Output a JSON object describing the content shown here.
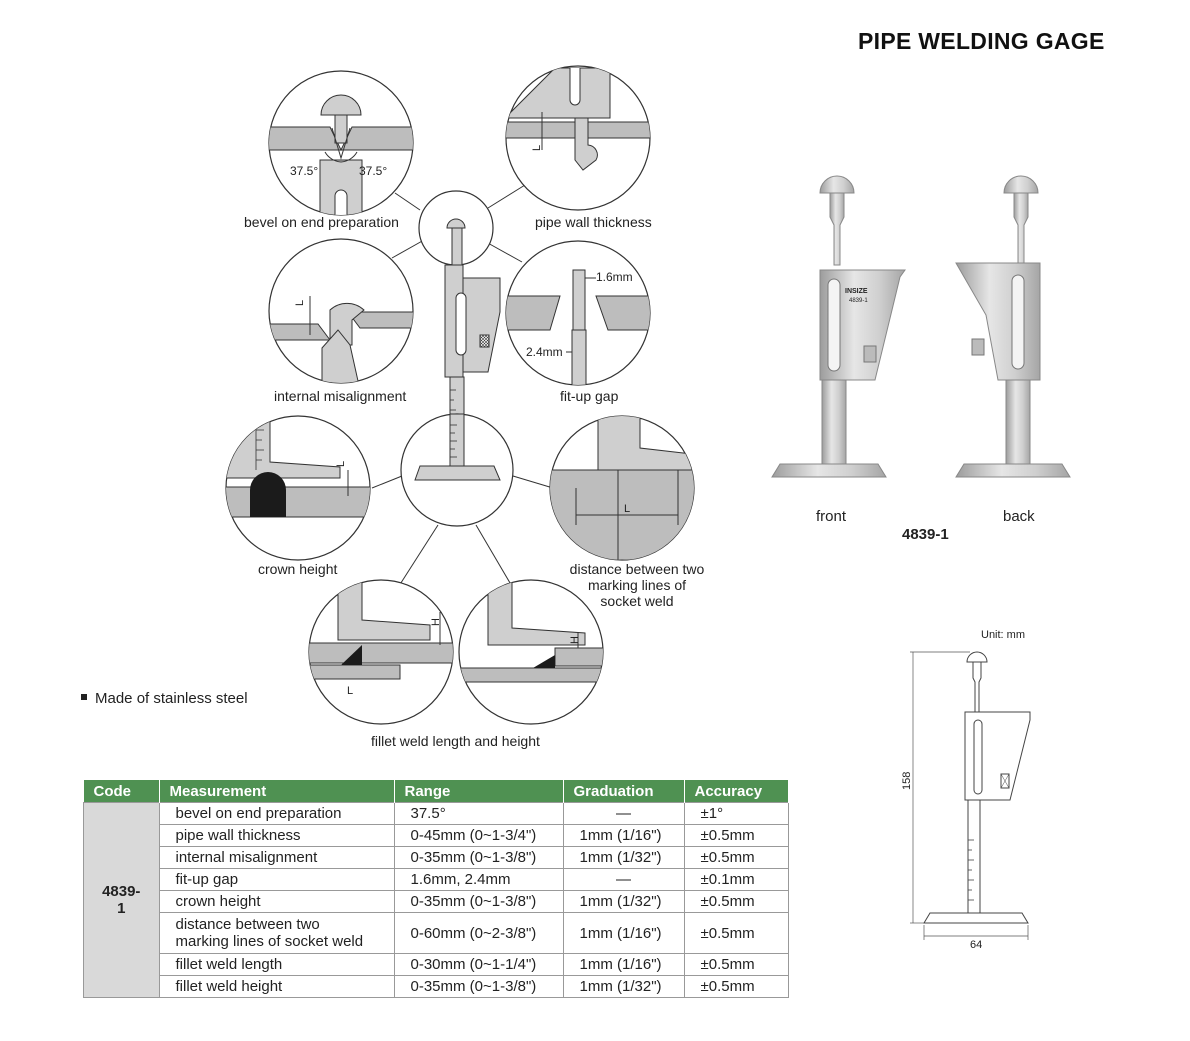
{
  "title": "PIPE WELDING GAGE",
  "diagram_labels": {
    "bevel": "bevel on end preparation",
    "pipe_wall": "pipe wall thickness",
    "internal_misalignment": "internal misalignment",
    "fit_up_gap": "fit-up gap",
    "crown_height": "crown height",
    "distance_socket": [
      "distance between two",
      "marking lines of",
      "socket weld"
    ],
    "fillet_weld": "fillet weld length and height",
    "angle_left": "37.5°",
    "angle_right": "37.5°",
    "gap_16": "1.6mm",
    "gap_24": "2.4mm",
    "dim_L": "L",
    "dim_H": "H"
  },
  "feature": "Made of stainless steel",
  "product_views": {
    "front": "front",
    "back": "back",
    "model": "4839-1",
    "brand": "INSIZE"
  },
  "dimension_drawing": {
    "unit": "Unit: mm",
    "height": "158",
    "width": "64"
  },
  "table": {
    "headers": [
      "Code",
      "Measurement",
      "Range",
      "Graduation",
      "Accuracy"
    ],
    "code": "4839-1",
    "rows": [
      {
        "measurement": "bevel on end preparation",
        "range": "37.5°",
        "graduation": "—",
        "accuracy": "±1°"
      },
      {
        "measurement": "pipe wall thickness",
        "range": "0-45mm (0~1-3/4\")",
        "graduation": "1mm (1/16\")",
        "accuracy": "±0.5mm"
      },
      {
        "measurement": "internal misalignment",
        "range": "0-35mm (0~1-3/8\")",
        "graduation": "1mm (1/32\")",
        "accuracy": "±0.5mm"
      },
      {
        "measurement": "fit-up gap",
        "range": "1.6mm, 2.4mm",
        "graduation": "—",
        "accuracy": "±0.1mm"
      },
      {
        "measurement": "crown height",
        "range": "0-35mm (0~1-3/8\")",
        "graduation": "1mm (1/32\")",
        "accuracy": "±0.5mm"
      },
      {
        "measurement_lines": [
          "distance between two",
          "marking lines of socket weld"
        ],
        "range": "0-60mm (0~2-3/8\")",
        "graduation": "1mm (1/16\")",
        "accuracy": "±0.5mm"
      },
      {
        "measurement": "fillet weld length",
        "range": "0-30mm (0~1-1/4\")",
        "graduation": "1mm (1/16\")",
        "accuracy": "±0.5mm"
      },
      {
        "measurement": "fillet weld height",
        "range": "0-35mm (0~1-3/8\")",
        "graduation": "1mm (1/32\")",
        "accuracy": "±0.5mm"
      }
    ]
  }
}
